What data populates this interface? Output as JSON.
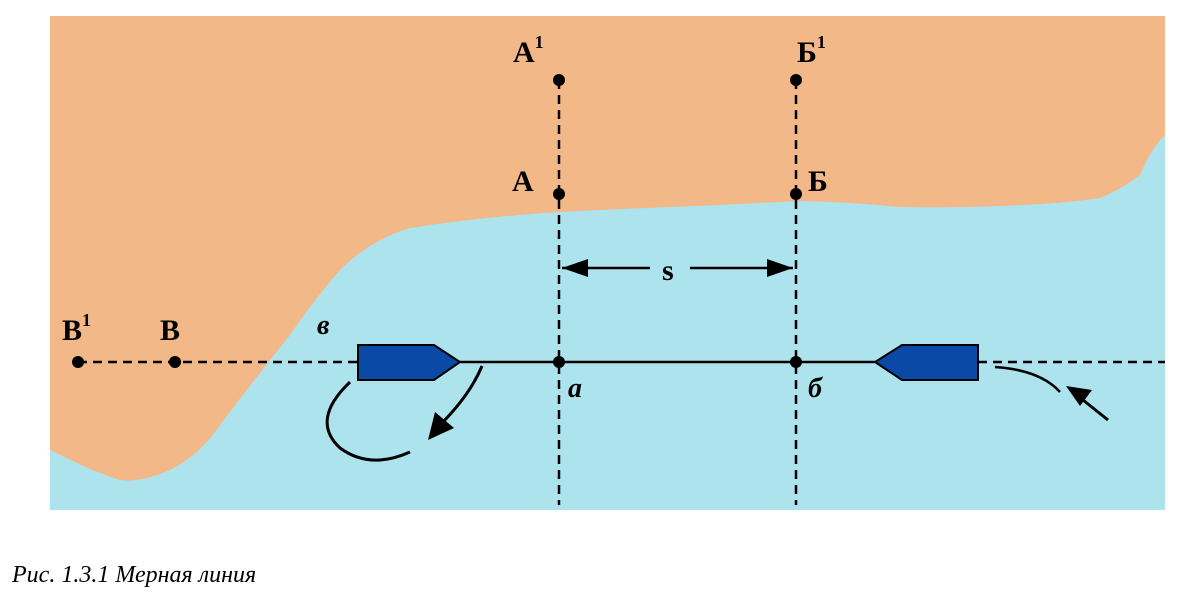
{
  "labels": {
    "a1": "А",
    "a1_sup": "1",
    "b1": "Б",
    "b1_sup": "1",
    "a": "А",
    "b": "Б",
    "v1": "В",
    "v1_sup": "1",
    "v": "В",
    "s": "s",
    "point_v": "в",
    "point_a": "а",
    "point_b": "б"
  },
  "caption": "Рис. 1.3.1 Мерная линия",
  "colors": {
    "land": "#f2b888",
    "water": "#ade3ec",
    "ship": "#0a4aa6",
    "line": "#000000"
  }
}
